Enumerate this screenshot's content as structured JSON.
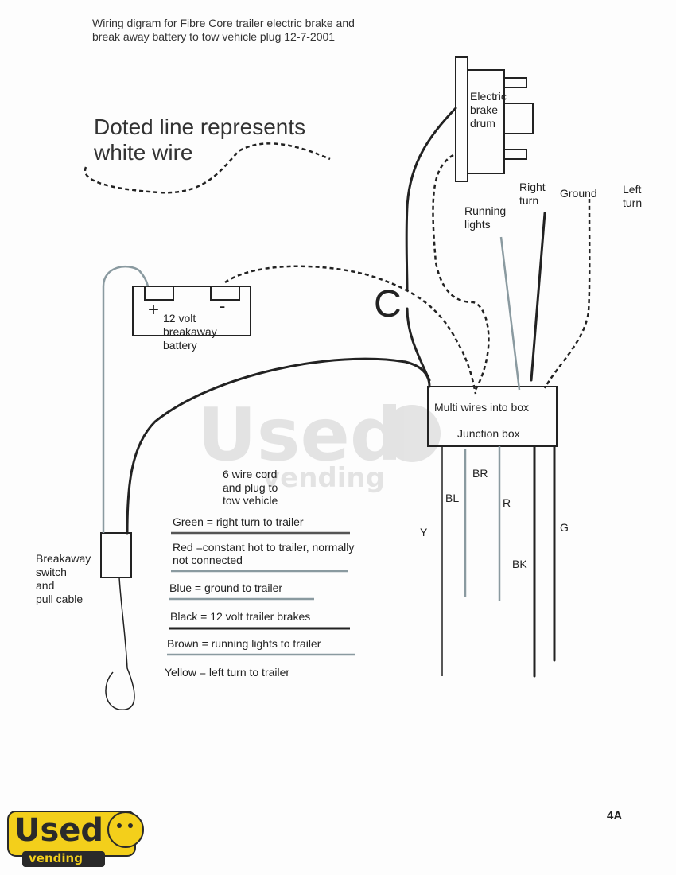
{
  "title": {
    "line1": "Wiring digram for Fibre Core trailer electric brake and",
    "line2": "break away battery to tow vehicle plug 12-7-2001"
  },
  "note": {
    "line1": "Doted line represents",
    "line2": "white wire"
  },
  "drum": {
    "line1": "Electric",
    "line2": "brake",
    "line3": "drum"
  },
  "lights": {
    "running": {
      "line1": "Running",
      "line2": "lights"
    },
    "right": {
      "line1": "Right",
      "line2": "turn"
    },
    "ground": "Ground",
    "left": {
      "line1": "Left",
      "line2": "turn"
    }
  },
  "battery": {
    "plus": "+",
    "minus": "-",
    "line1": "12 volt",
    "line2": "breakaway",
    "line3": "battery"
  },
  "connector": "C",
  "junction": {
    "line1": "Multi wires into box",
    "line2": "Junction box"
  },
  "cord": {
    "line1": "6 wire cord",
    "line2": "and plug to",
    "line3": "tow vehicle"
  },
  "wire_codes": {
    "br": "BR",
    "bl": "BL",
    "r": "R",
    "y": "Y",
    "g": "G",
    "bk": "BK"
  },
  "breakaway": {
    "line1": "Breakaway",
    "line2": "switch",
    "line3": "and",
    "line4": "pull cable"
  },
  "legend": {
    "green": "Green = right turn to trailer",
    "red1": "Red =constant hot to trailer, normally",
    "red2": "not connected",
    "blue": "Blue = ground to trailer",
    "black": "Black =  12 volt trailer brakes",
    "brown": "Brown = running lights to trailer",
    "yellow": "Yellow = left turn to trailer"
  },
  "page_number": "4A",
  "logo": {
    "word": "Used",
    "sub": "vending"
  },
  "colors": {
    "ink": "#222222",
    "gray_wire": "#8a9aa0",
    "logo_yellow": "#f3cf1b",
    "logo_dark": "#2a2a2a"
  }
}
